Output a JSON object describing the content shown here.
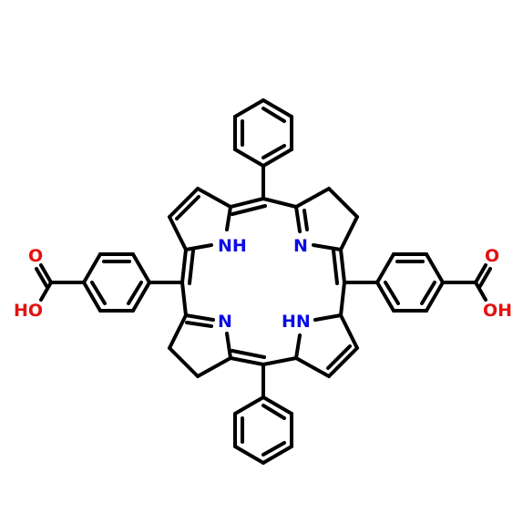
{
  "molecule": {
    "colors": {
      "bond": "#000000",
      "nitrogen": "#0a0ae6",
      "oxygen": "#e61010",
      "background": "#ffffff"
    },
    "atom_labels": {
      "nh_upper": "NH",
      "n_upper": "N",
      "n_lower": "N",
      "hn_lower": "HN",
      "o_left": "O",
      "oh_left": "HO",
      "o_right": "O",
      "oh_right": "OH"
    }
  }
}
